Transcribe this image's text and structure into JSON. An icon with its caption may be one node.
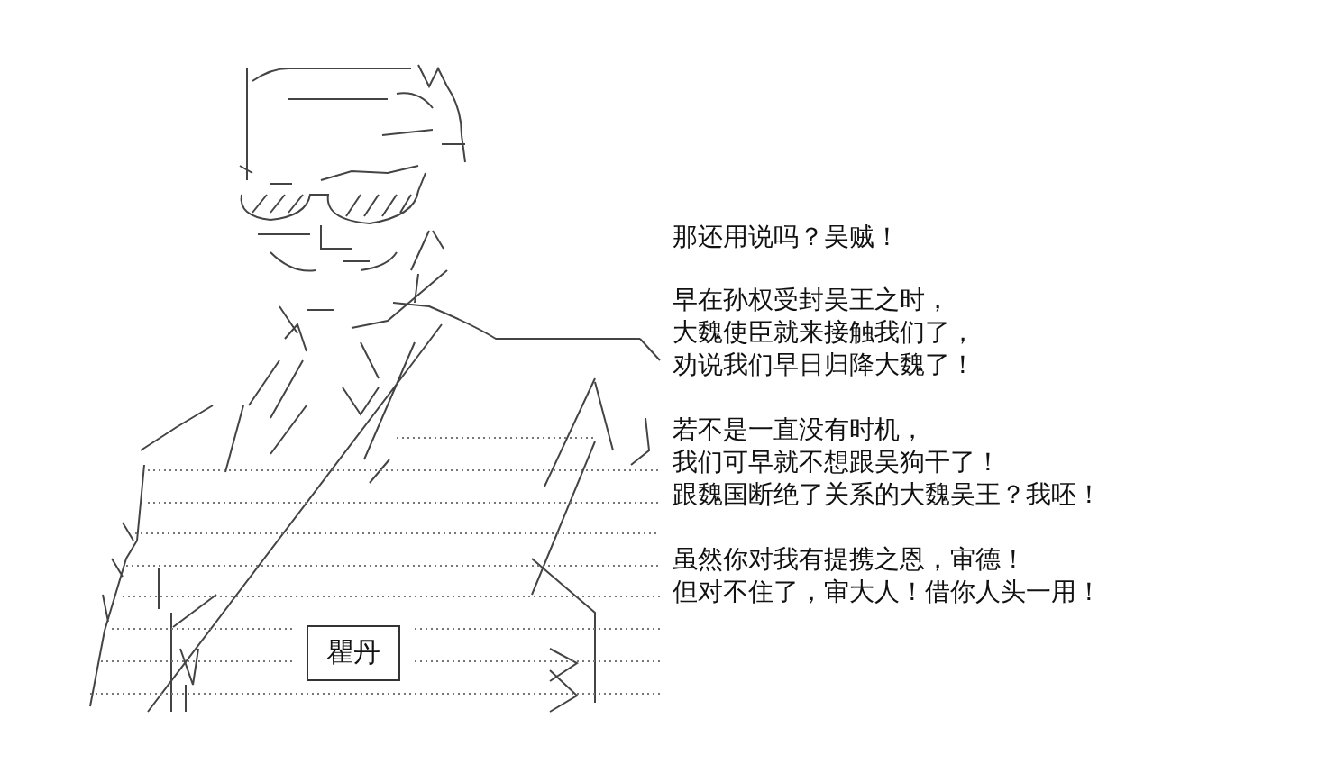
{
  "diagram": {
    "nodes": [
      {
        "text": [
          "瞿丹"
        ]
      }
    ],
    "edges": [],
    "labels": [
      "那还用说吗？吴贼！",
      "早在孙权受封吴王之时，",
      "大魏使臣就来接触我们了，",
      "劝说我们早日归降大魏了！",
      "若不是一直没有时机，",
      "我们可早就不想跟吴狗干了！",
      "跟魏国断绝了关系的大魏吴王？我呸！",
      "虽然你对我有提携之恩，审德！",
      "但对不住了，审大人！借你人头一用！"
    ]
  }
}
